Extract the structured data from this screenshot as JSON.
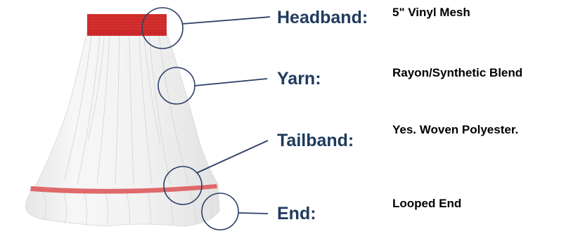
{
  "colors": {
    "label": "#213a5e",
    "value": "#000000",
    "callout": "#2c3f66",
    "headband": "#e0322f",
    "stripe": "#dd5a5c",
    "yarn": "#f3f3f3"
  },
  "parts": [
    {
      "id": "headband",
      "label": "Headband:",
      "value": "5\" Vinyl Mesh"
    },
    {
      "id": "yarn",
      "label": "Yarn:",
      "value": "Rayon/Synthetic Blend"
    },
    {
      "id": "tailband",
      "label": "Tailband:",
      "value": "Yes. Woven Polyester."
    },
    {
      "id": "end",
      "label": "End:",
      "value": "Looped End"
    }
  ]
}
